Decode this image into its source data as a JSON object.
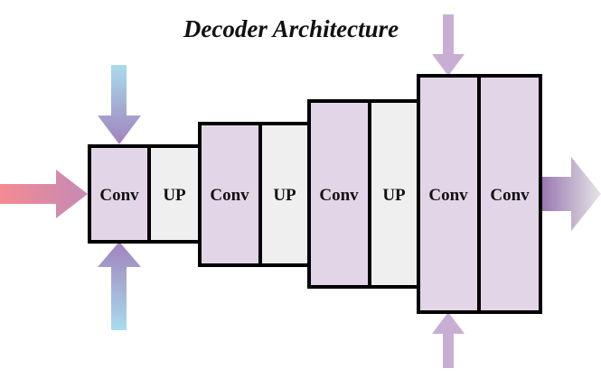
{
  "title": "Decoder Architecture",
  "blocks": [
    {
      "label": "Conv",
      "kind": "conv"
    },
    {
      "label": "UP",
      "kind": "up"
    },
    {
      "label": "Conv",
      "kind": "conv"
    },
    {
      "label": "UP",
      "kind": "up"
    },
    {
      "label": "Conv",
      "kind": "conv"
    },
    {
      "label": "UP",
      "kind": "up"
    },
    {
      "label": "Conv",
      "kind": "conv"
    },
    {
      "label": "Conv",
      "kind": "conv"
    }
  ],
  "colors": {
    "conv_fill": "#e3d5e8",
    "up_fill": "#efefef",
    "border": "#000000",
    "input_arrow_start": "#f58a93",
    "input_arrow_end": "#c48ab5",
    "skip_arrow_light": "#a8dcec",
    "skip_arrow_dark": "#a182bd",
    "purple_arrow": "#c9aed4",
    "output_arrow_start": "#9a78b2",
    "output_arrow_end": "#e6e6e6"
  }
}
